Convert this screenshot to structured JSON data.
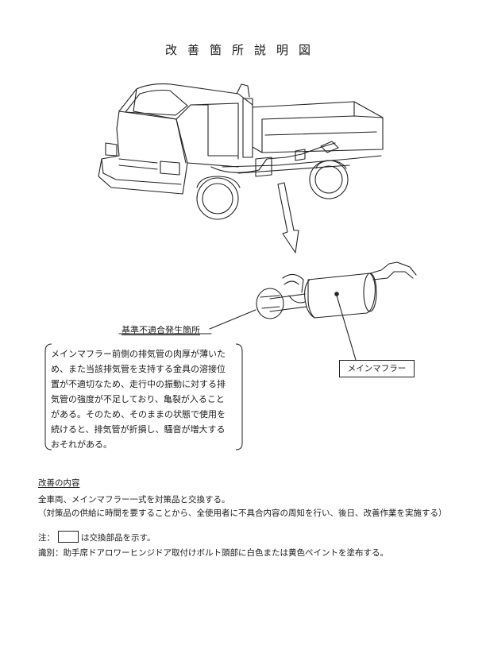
{
  "document": {
    "title": "改善箇所説明図",
    "labels": {
      "defect_location": "基準不適合発生箇所",
      "main_muffler": "メインマフラー"
    },
    "description_lines": [
      "メインマフラー前側の排気管の肉厚が薄いた",
      "め、また当該排気管を支持する金具の溶接位",
      "置が不適切なため、走行中の振動に対する排",
      "気管の強度が不足しており、亀裂が入ること",
      "がある。そのため、そのままの状態で使用を",
      "続けると、排気管が折損し、騒音が増大する",
      "おそれがある。"
    ],
    "improvement": {
      "heading": "改善の内容",
      "line1": "全車両、メインマフラー一式を対策品と交換する。",
      "line2": "（対策品の供給に時間を要することから、全使用者に不具合内容の周知を行い、後日、改善作業を実施する）"
    },
    "note": {
      "prefix": "注：",
      "suffix": "は交換部品を示す。"
    },
    "identification": "識別：助手席ドアロワーヒンジドア取付けボルト頭部に白色または黄色ペイントを塗布する。"
  }
}
